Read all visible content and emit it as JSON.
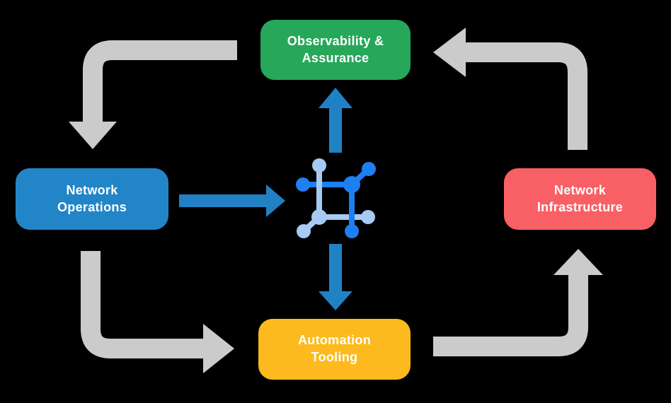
{
  "title": "Network automation operating cycle diagram",
  "colors": {
    "background": "#000000",
    "observability": "#27A75A",
    "operations": "#2285C7",
    "infrastructure": "#F96065",
    "automation": "#FCBA1E",
    "flow_arrow": "#CBCBCB",
    "core_arrow": "#2181C5",
    "icon_dark": "#1E7FF0",
    "icon_light": "#A7CAF4",
    "label_text": "#FFFFFF"
  },
  "nodes": {
    "observability": {
      "line1": "Observability &",
      "line2": "Assurance"
    },
    "operations": {
      "line1": "Network",
      "line2": "Operations"
    },
    "infrastructure": {
      "line1": "Network",
      "line2": "Infrastructure"
    },
    "automation": {
      "line1": "Automation",
      "line2": "Tooling"
    }
  },
  "center_icon": {
    "name": "network-fabric-icon"
  },
  "flows": {
    "outer_cycle": [
      {
        "from": "Observability & Assurance",
        "to": "Network Operations"
      },
      {
        "from": "Network Operations",
        "to": "Automation Tooling"
      },
      {
        "from": "Automation Tooling",
        "to": "Network Infrastructure"
      },
      {
        "from": "Network Infrastructure",
        "to": "Observability & Assurance"
      }
    ],
    "core_links": [
      {
        "from": "Network Operations",
        "to": "network-fabric-icon"
      },
      {
        "from": "network-fabric-icon",
        "to": "Observability & Assurance"
      },
      {
        "from": "network-fabric-icon",
        "to": "Automation Tooling"
      }
    ]
  }
}
